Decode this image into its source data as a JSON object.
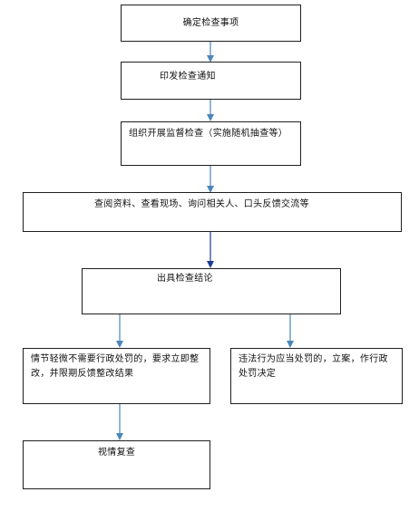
{
  "flowchart": {
    "steps": {
      "determine_items": "确定检查事项",
      "issue_notice": "印发检查通知",
      "organize_inspection": "组织开展监督检查（实施随机抽查等）",
      "review_materials": "查阅资料、查看现场、询问相关人、口头反馈交流等",
      "issue_conclusion": "出具检查结论",
      "minor_rectify": "情节轻微不需要行政处罚的，要求立即整改，并限期反馈整改结果",
      "violation_penalty": "违法行为应当处罚的，立案，作行政处罚决定",
      "follow_up_review": "视情复查"
    }
  },
  "colors": {
    "arrow_main": "#4a86b8",
    "arrow_dark": "#1f3a93",
    "border": "#1f1f1f"
  }
}
